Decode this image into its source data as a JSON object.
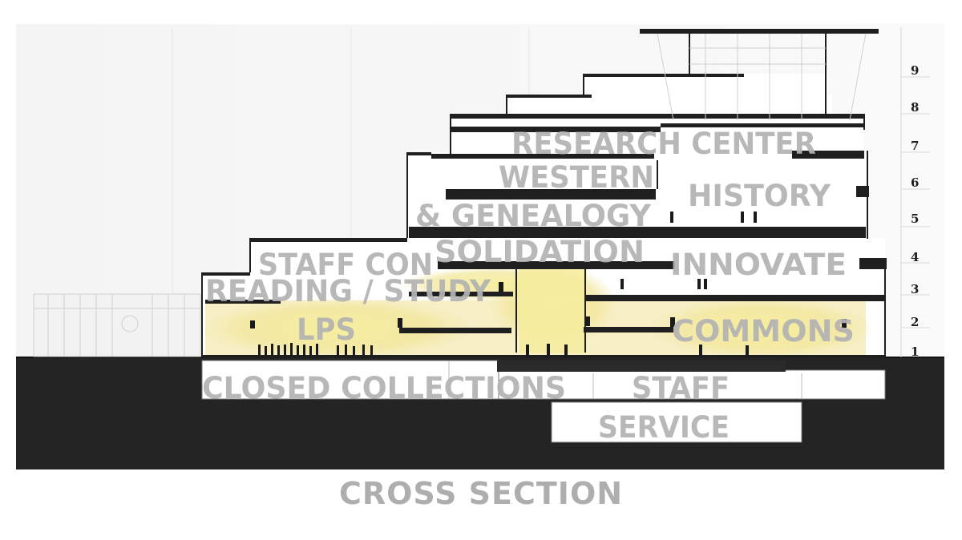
{
  "title": "CROSS SECTION",
  "levels": [
    "9",
    "8",
    "7",
    "6",
    "5",
    "4",
    "3",
    "2",
    "1"
  ],
  "program_labels": {
    "research_center": "RESEARCH CENTER",
    "western": "WESTERN",
    "history": "HISTORY",
    "genealogy": "& GENEALOGY",
    "solidation": "SOLIDATION",
    "staff_con": "STAFF CON",
    "innovate": "INNOVATE",
    "reading_study": "READING / STUDY",
    "lps": "LPS",
    "commons": "COMMONS",
    "closed_collections": "CLOSED COLLECTIONS",
    "staff": "STAFF",
    "service": "SERVICE"
  },
  "colors": {
    "ground": "#242424",
    "structure": "#1f1f1f",
    "glow": "#f3e79a",
    "label": "#b3b3b3"
  }
}
